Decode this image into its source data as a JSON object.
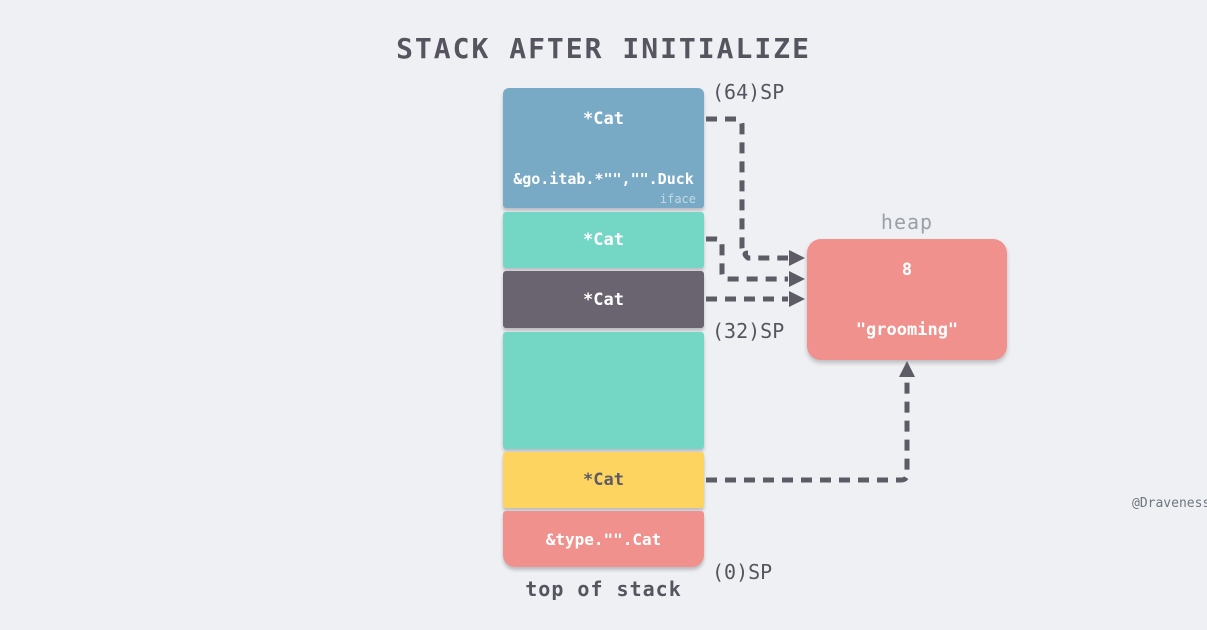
{
  "title": "STACK AFTER INITIALIZE",
  "stack": {
    "caption": "top of stack",
    "pointer_labels": {
      "sp64": "(64)SP",
      "sp32": "(32)SP",
      "sp0": "(0)SP"
    },
    "frames": [
      {
        "label": "*Cat",
        "sub_label": "&go.itab.*\"\",\"\".Duck",
        "tag": "iface",
        "color": "#78a9c5"
      },
      {
        "label": "*Cat",
        "color": "#74d6c4"
      },
      {
        "label": "*Cat",
        "color": "#696470"
      },
      {
        "label": "",
        "color": "#74d6c4"
      },
      {
        "label": "*Cat",
        "color": "#fcd45f"
      },
      {
        "label": "&type.\"\".Cat",
        "color": "#f0918d"
      }
    ]
  },
  "heap": {
    "label": "heap",
    "values": [
      "8",
      "\"grooming\""
    ],
    "color": "#f0918d"
  },
  "watermark": "@Draveness",
  "colors": {
    "background": "#eef0f3",
    "arrow": "#5c5b66",
    "text_dark": "#55545f",
    "text_muted": "#9aa0a8"
  }
}
